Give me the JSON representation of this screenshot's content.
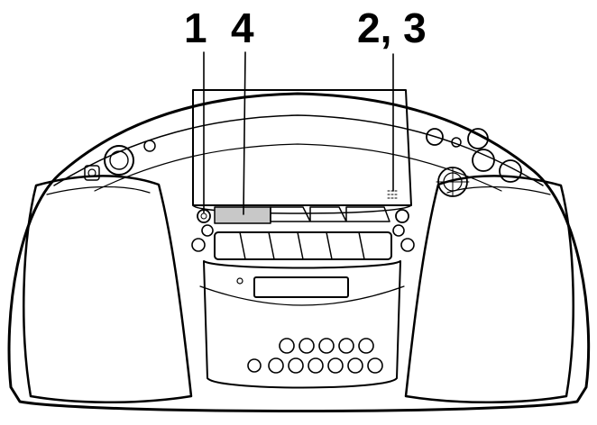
{
  "callouts": {
    "label_1": "1",
    "label_4": "4",
    "label_2_3": "2, 3"
  },
  "colors": {
    "ink": "#000000",
    "background": "#ffffff",
    "screen_tone": "#c8c8c8"
  }
}
